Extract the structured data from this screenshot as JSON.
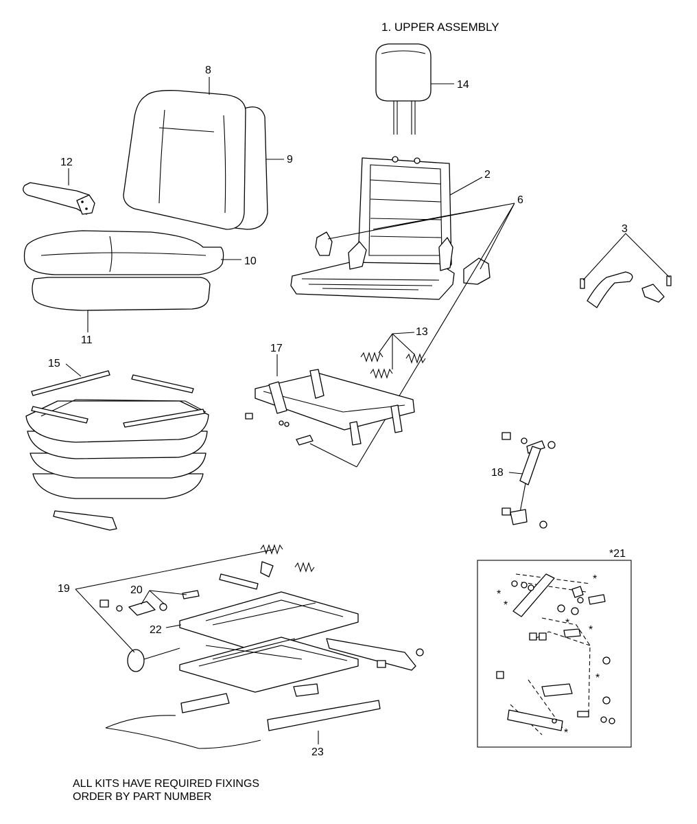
{
  "heading": "1. UPPER ASSEMBLY",
  "callouts": {
    "c2": "2",
    "c3": "3",
    "c6": "6",
    "c8": "8",
    "c9": "9",
    "c10": "10",
    "c11": "11",
    "c12": "12",
    "c13": "13",
    "c14": "14",
    "c15": "15",
    "c17": "17",
    "c18": "18",
    "c19": "19",
    "c20": "20",
    "c21": "*21",
    "c22": "22",
    "c23": "23"
  },
  "footer": {
    "line1": "ALL KITS HAVE REQUIRED FIXINGS",
    "line2": "ORDER BY PART NUMBER"
  }
}
